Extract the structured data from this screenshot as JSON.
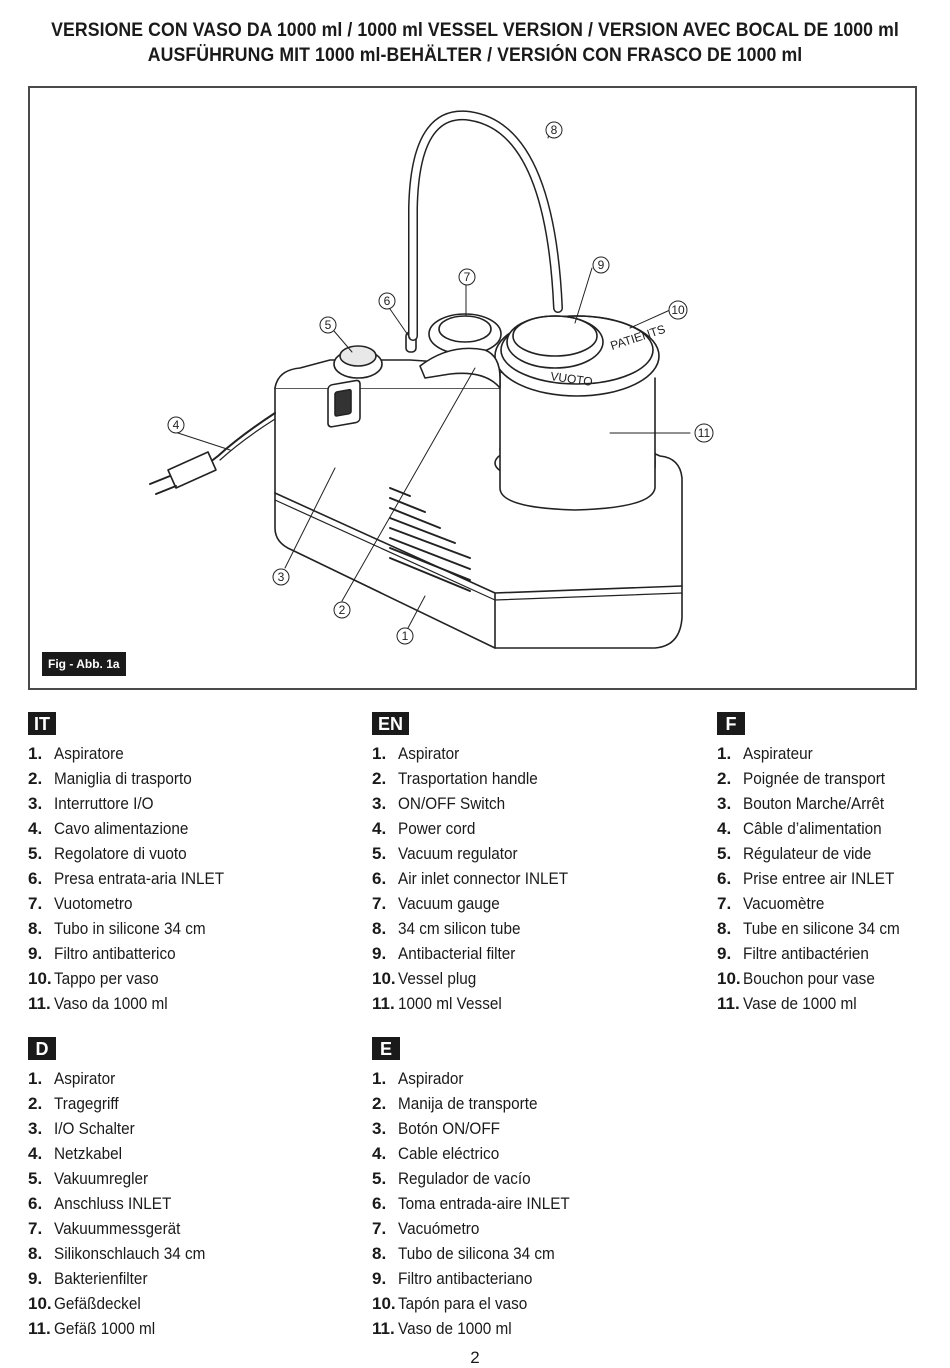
{
  "header": {
    "line1": "VERSIONE CON VASO DA 1000 ml / 1000 ml VESSEL VERSION / VERSION AVEC BOCAL DE 1000 ml",
    "line2": "AUSFÜHRUNG MIT 1000 ml-BEHÄLTER / VERSIÓN CON FRASCO DE 1000 ml"
  },
  "figure": {
    "label": "Fig - Abb. 1a",
    "callouts": [
      "1",
      "2",
      "3",
      "4",
      "5",
      "6",
      "7",
      "8",
      "9",
      "10",
      "11"
    ],
    "device_texts": {
      "vacuum": "VUOTO",
      "patients": "PATIENTS"
    }
  },
  "sections": [
    {
      "code": "IT",
      "items": [
        {
          "n": "1.",
          "t": "Aspiratore"
        },
        {
          "n": "2.",
          "t": "Maniglia di trasporto"
        },
        {
          "n": "3.",
          "t": "Interruttore I/O"
        },
        {
          "n": "4.",
          "t": "Cavo alimentazione"
        },
        {
          "n": "5.",
          "t": "Regolatore di vuoto"
        },
        {
          "n": "6.",
          "t": "Presa entrata-aria INLET"
        },
        {
          "n": "7.",
          "t": "Vuotometro"
        },
        {
          "n": "8.",
          "t": "Tubo in silicone 34 cm"
        },
        {
          "n": "9.",
          "t": "Filtro antibatterico"
        },
        {
          "n": "10.",
          "t": "Tappo per vaso"
        },
        {
          "n": "11.",
          "t": "Vaso da 1000 ml"
        }
      ]
    },
    {
      "code": "EN",
      "items": [
        {
          "n": "1.",
          "t": "Aspirator"
        },
        {
          "n": "2.",
          "t": "Trasportation handle"
        },
        {
          "n": "3.",
          "t": "ON/OFF Switch"
        },
        {
          "n": "4.",
          "t": "Power cord"
        },
        {
          "n": "5.",
          "t": "Vacuum regulator"
        },
        {
          "n": "6.",
          "t": "Air inlet connector INLET"
        },
        {
          "n": "7.",
          "t": "Vacuum gauge"
        },
        {
          "n": "8.",
          "t": "34 cm silicon tube"
        },
        {
          "n": "9.",
          "t": "Antibacterial filter"
        },
        {
          "n": "10.",
          "t": "Vessel plug"
        },
        {
          "n": "11.",
          "t": "1000 ml Vessel"
        }
      ]
    },
    {
      "code": "F",
      "items": [
        {
          "n": "1.",
          "t": "Aspirateur"
        },
        {
          "n": "2.",
          "t": "Poignée de transport"
        },
        {
          "n": "3.",
          "t": "Bouton Marche/Arrêt"
        },
        {
          "n": "4.",
          "t": "Câble d’alimentation"
        },
        {
          "n": "5.",
          "t": "Régulateur de vide"
        },
        {
          "n": "6.",
          "t": "Prise entree air INLET"
        },
        {
          "n": "7.",
          "t": "Vacuomètre"
        },
        {
          "n": "8.",
          "t": "Tube en silicone 34 cm"
        },
        {
          "n": "9.",
          "t": "Filtre antibactérien"
        },
        {
          "n": "10.",
          "t": "Bouchon pour vase"
        },
        {
          "n": "11.",
          "t": "Vase de 1000 ml"
        }
      ]
    },
    {
      "code": "D",
      "items": [
        {
          "n": "1.",
          "t": "Aspirator"
        },
        {
          "n": "2.",
          "t": "Tragegriff"
        },
        {
          "n": "3.",
          "t": "I/O Schalter"
        },
        {
          "n": "4.",
          "t": "Netzkabel"
        },
        {
          "n": "5.",
          "t": "Vakuumregler"
        },
        {
          "n": "6.",
          "t": "Anschluss INLET"
        },
        {
          "n": "7.",
          "t": "Vakuummessgerät"
        },
        {
          "n": "8.",
          "t": "Silikonschlauch 34 cm"
        },
        {
          "n": "9.",
          "t": "Bakterienfilter"
        },
        {
          "n": "10.",
          "t": "Gefäßdeckel"
        },
        {
          "n": "11.",
          "t": "Gefäß 1000 ml"
        }
      ]
    },
    {
      "code": "E",
      "items": [
        {
          "n": "1.",
          "t": "Aspirador"
        },
        {
          "n": "2.",
          "t": "Manija de transporte"
        },
        {
          "n": "3.",
          "t": "Botón ON/OFF"
        },
        {
          "n": "4.",
          "t": "Cable eléctrico"
        },
        {
          "n": "5.",
          "t": "Regulador de vacío"
        },
        {
          "n": "6.",
          "t": "Toma entrada-aire INLET"
        },
        {
          "n": "7.",
          "t": "Vacuómetro"
        },
        {
          "n": "8.",
          "t": "Tubo de silicona 34 cm"
        },
        {
          "n": "9.",
          "t": "Filtro antibacteriano"
        },
        {
          "n": "10.",
          "t": "Tapón para el vaso"
        },
        {
          "n": "11.",
          "t": "Vaso de 1000 ml"
        }
      ]
    }
  ],
  "footer": {
    "page_number": "2"
  }
}
